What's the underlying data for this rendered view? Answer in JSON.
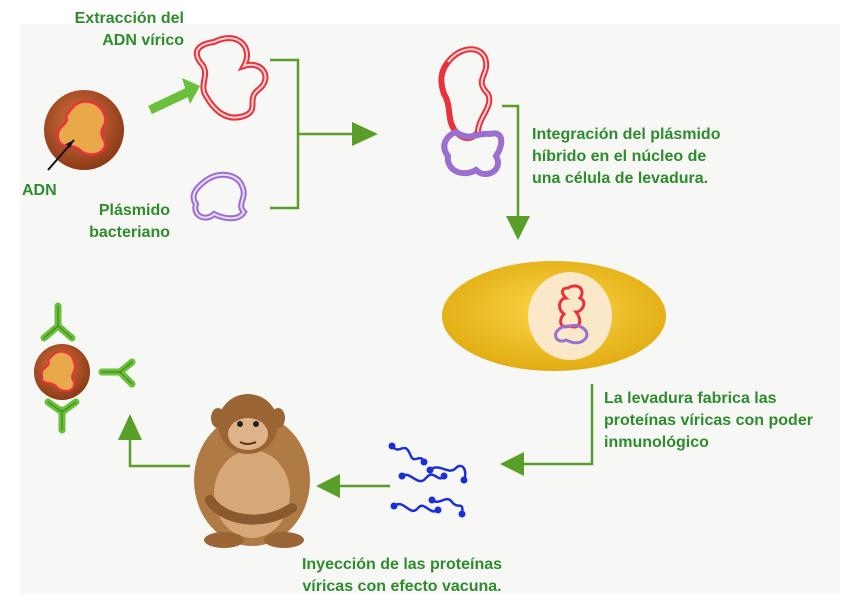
{
  "labels": {
    "extraccion": "Extracción del\nADN vírico",
    "adn": "ADN",
    "plasmido": "Plásmido\nbacteriano",
    "integracion": "Integración del plásmido\nhíbrido en el núcleo de\nuna célula de levadura.",
    "levadura": "La levadura fabrica las\nproteínas víricas con poder\ninmunológico",
    "inyeccion": "Inyección de las proteínas\nvíricas con efecto vacuna."
  },
  "colors": {
    "arrow_green": "#5a9e2a",
    "label_green": "#2e8b2e",
    "dna_red": "#e8323c",
    "plasmid_purple": "#9b6fd0",
    "virus_brown": "#b5522a",
    "virus_core": "#e9a84a",
    "yeast_yellow": "#f3c21a",
    "yeast_nucleus": "#fbe8c8",
    "protein_blue": "#1a2fd6",
    "antibody_green": "#6cbf3a",
    "monkey_brown": "#b07a45"
  },
  "icons": [
    "virus-icon",
    "dna-strand-icon",
    "plasmid-icon",
    "hybrid-plasmid-icon",
    "yeast-cell-icon",
    "protein-chain-icon",
    "monkey-icon",
    "antibody-icon"
  ]
}
